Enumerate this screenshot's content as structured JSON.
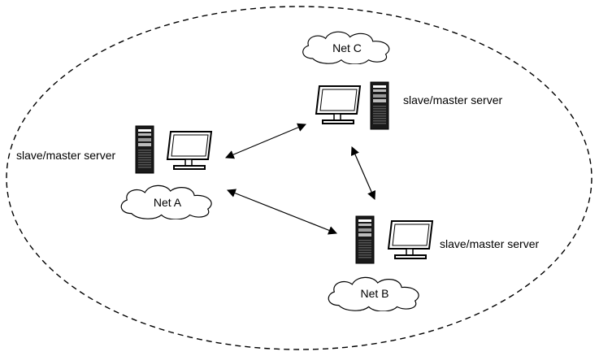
{
  "network": {
    "boundary_style": "dashed-ellipse",
    "nodes": [
      {
        "id": "a",
        "net_label": "Net A",
        "server_label": "slave/master server"
      },
      {
        "id": "b",
        "net_label": "Net B",
        "server_label": "slave/master server"
      },
      {
        "id": "c",
        "net_label": "Net C",
        "server_label": "slave/master server"
      }
    ],
    "links": [
      {
        "from": "a",
        "to": "c",
        "direction": "bidirectional"
      },
      {
        "from": "a",
        "to": "b",
        "direction": "bidirectional"
      },
      {
        "from": "c",
        "to": "b",
        "direction": "bidirectional"
      }
    ],
    "icons": [
      "server-tower-icon",
      "monitor-icon",
      "cloud-icon"
    ]
  }
}
